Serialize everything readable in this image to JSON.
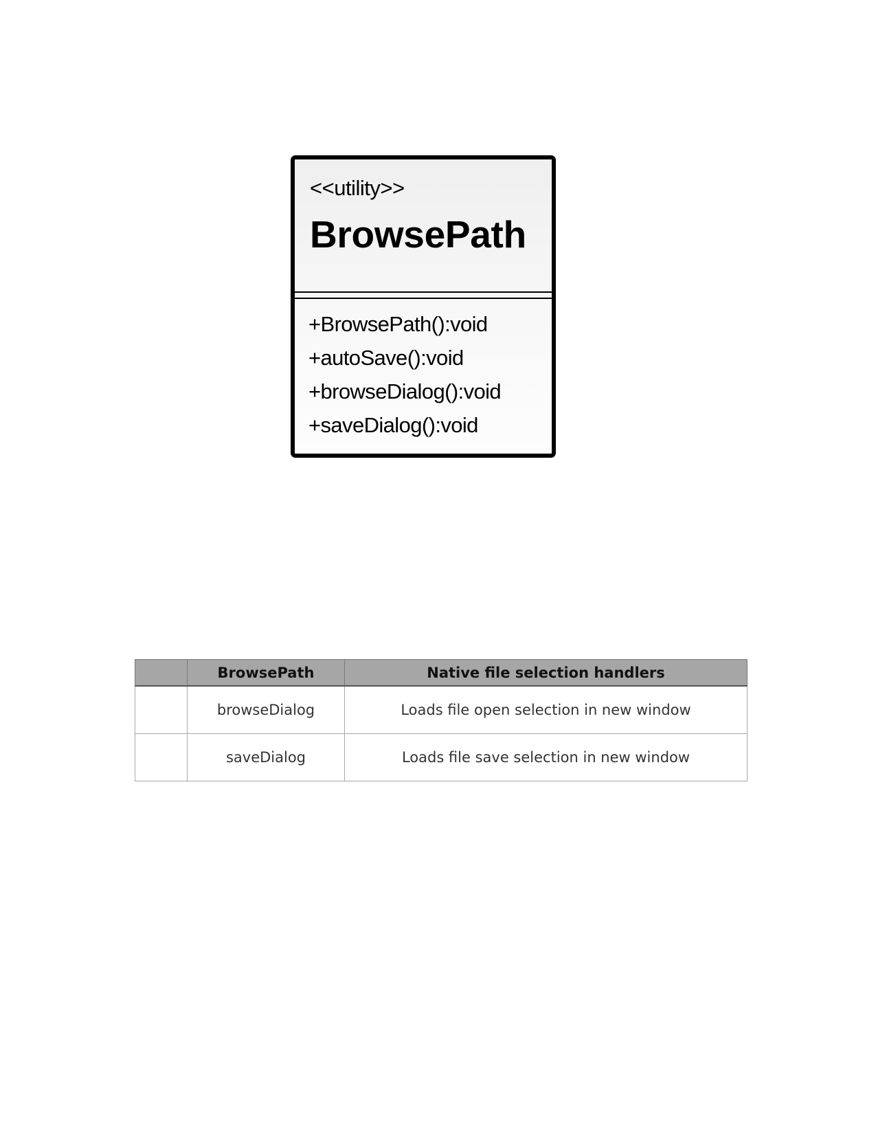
{
  "uml_class": {
    "stereotype": "<<utility>>",
    "name": "BrowsePath",
    "operations": [
      "+BrowsePath():void",
      "+autoSave():void",
      "+browseDialog():void",
      "+saveDialog():void"
    ]
  },
  "table": {
    "headers": [
      "",
      "BrowsePath",
      "Native file selection handlers"
    ],
    "rows": [
      [
        "",
        "browseDialog",
        "Loads file open selection in new window"
      ],
      [
        "",
        "saveDialog",
        "Loads file save selection in new window"
      ]
    ],
    "header_bg": "#a6a6a6"
  }
}
